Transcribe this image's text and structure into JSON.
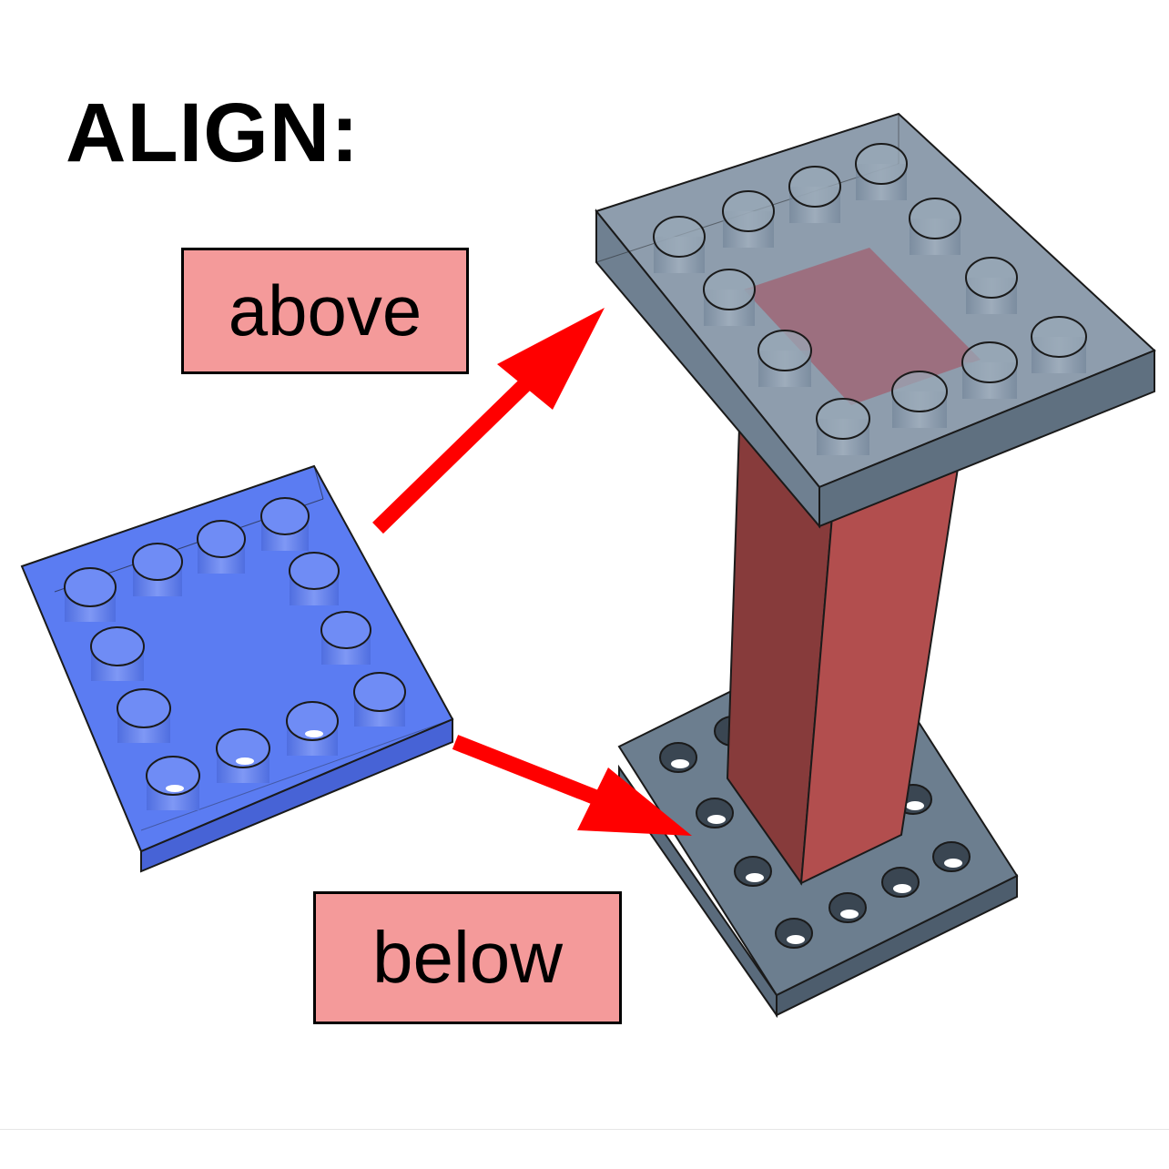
{
  "title": "ALIGN:",
  "labels": {
    "above": "above",
    "below": "below"
  },
  "colors": {
    "label_fill": "#f49a9a",
    "arrow": "#ff0000",
    "moving_plate": "#5b7cf2",
    "top_plate": "#8495a6",
    "bottom_plate": "#6c7e8f",
    "pillar_front": "#b24e4e",
    "pillar_side": "#873b3b"
  },
  "parts": {
    "moving_plate": {
      "pins": 12
    },
    "top_plate": {
      "pins": 12
    },
    "bottom_plate": {
      "holes": 12
    }
  }
}
